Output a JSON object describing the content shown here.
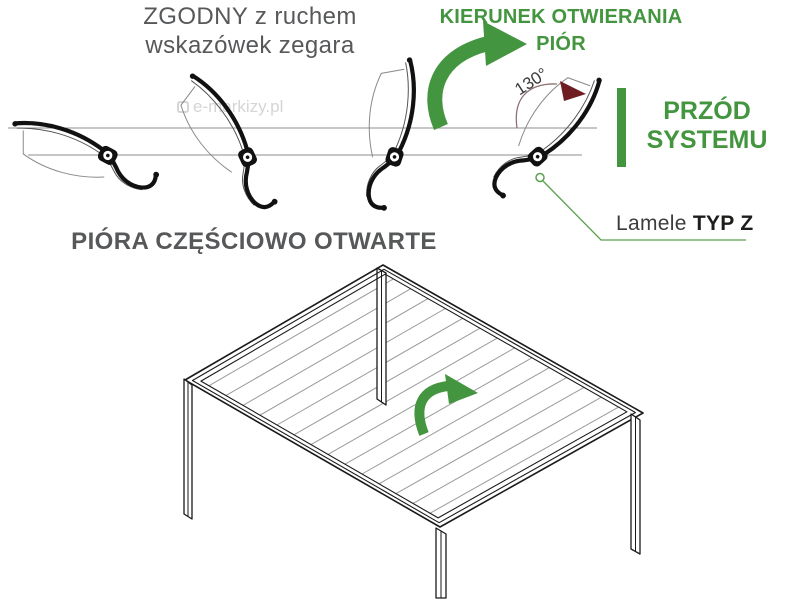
{
  "title_block": {
    "line1": "ZGODNY z ruchem",
    "line2": "wskazówek zegara"
  },
  "opening_direction_heading": {
    "line1": "KIERUNEK OTWIERANIA",
    "line2": "PIÓR"
  },
  "front_of_system_label": {
    "line1": "PRZÓD",
    "line2": "SYSTEMU"
  },
  "angle_label": "130°",
  "lamella_callout": {
    "prefix": "Lamele",
    "type": "TYP Z"
  },
  "caption": "PIÓRA CZĘŚCIOWO OTWARTE",
  "watermark": "e-markizy.pl",
  "diagram": {
    "rotation_direction": "clockwise",
    "lamella_count_top_view": 4,
    "lamella_open_angles_deg": [
      20,
      57,
      100,
      130
    ],
    "max_open_angle_deg_shown": 130
  },
  "icons": {
    "top_rotation_arrow": "curved-arrow-clockwise",
    "roof_rotation_arrow": "curved-arrow-clockwise",
    "leader_dot": "circle-marker",
    "angle_arrowhead": "arc-arrowhead"
  },
  "colors": {
    "green": "#44953f",
    "leader_green": "#5aa14e",
    "text_gray": "#57585a",
    "black": "#1d1d1b",
    "watermark_gray": "#d5d5d5",
    "arc_brown": "#8d7373",
    "arrowhead_red": "#6e1e23"
  }
}
